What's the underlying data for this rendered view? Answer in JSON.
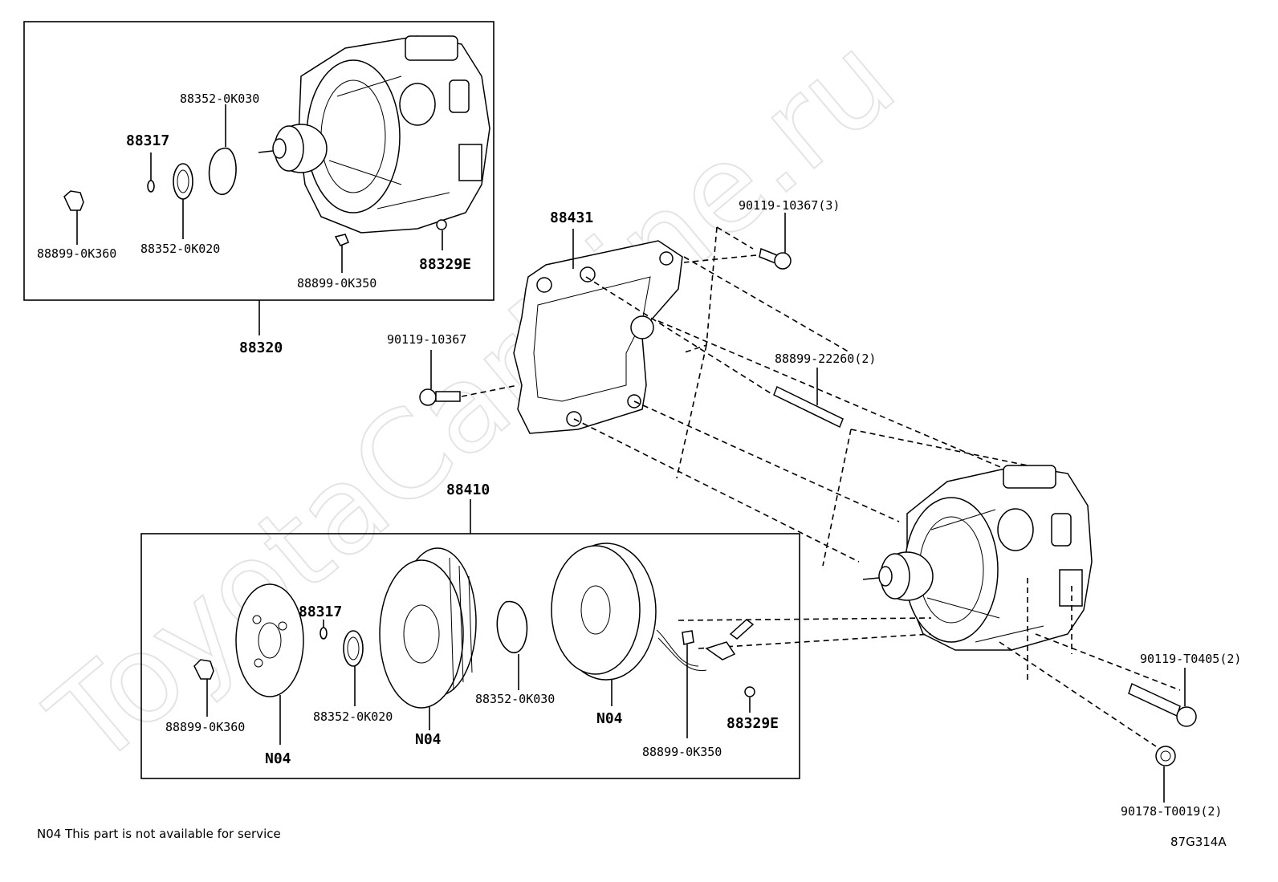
{
  "watermark": "ToyotaCarMine.ru",
  "footnote": "N04 This part is not available for service",
  "drawing_code": "87G314A",
  "labels": {
    "top_88352_0k030": "88352-0K030",
    "top_88317": "88317",
    "top_88899_0k360": "88899-0K360",
    "top_88352_0k020": "88352-0K020",
    "top_88899_0k350": "88899-0K350",
    "top_88329e": "88329E",
    "assy_88320": "88320",
    "bracket_88431": "88431",
    "bolt_90119_10367_3": "90119-10367(3)",
    "bolt_90119_10367": "90119-10367",
    "stud_88899_22260": "88899-22260(2)",
    "clutch_88410": "88410",
    "bot_88317": "88317",
    "bot_88899_0k360": "88899-0K360",
    "bot_n04_hub": "N04",
    "bot_88352_0k020": "88352-0K020",
    "bot_n04_pulley": "N04",
    "bot_88352_0k030": "88352-0K030",
    "bot_n04_coil": "N04",
    "bot_88899_0k350": "88899-0K350",
    "bot_88329e": "88329E",
    "bolt_90119_t0405": "90119-T0405(2)",
    "nut_90178_t0019": "90178-T0019(2)"
  }
}
